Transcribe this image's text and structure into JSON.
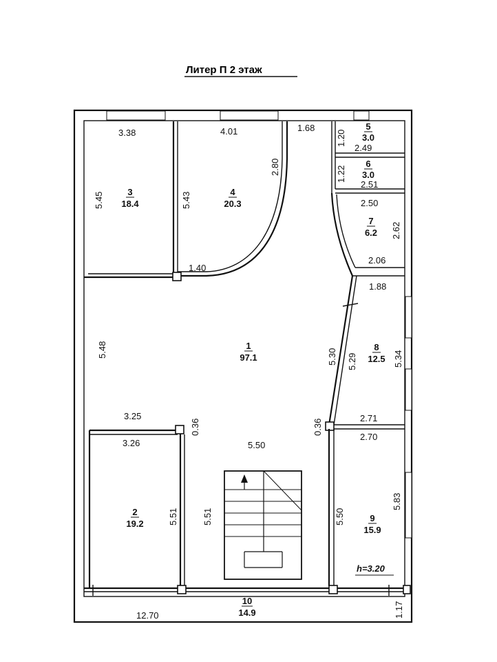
{
  "title": "Литер П  2 этаж",
  "height_note": "h=3.20",
  "rooms": [
    {
      "number": "1",
      "area": "97.1"
    },
    {
      "number": "2",
      "area": "19.2"
    },
    {
      "number": "3",
      "area": "18.4"
    },
    {
      "number": "4",
      "area": "20.3"
    },
    {
      "number": "5",
      "area": "3.0"
    },
    {
      "number": "6",
      "area": "3.0"
    },
    {
      "number": "7",
      "area": "6.2"
    },
    {
      "number": "8",
      "area": "12.5"
    },
    {
      "number": "9",
      "area": "15.9"
    },
    {
      "number": "10",
      "area": "14.9"
    }
  ],
  "dimensions": [
    "3.38",
    "4.01",
    "1.68",
    "1.20",
    "2.49",
    "1.22",
    "2.51",
    "2.80",
    "5.45",
    "5.43",
    "2.50",
    "2.62",
    "1.40",
    "2.06",
    "1.88",
    "5.48",
    "5.30",
    "5.29",
    "5.34",
    "3.25",
    "0.36",
    "0.36",
    "2.71",
    "2.70",
    "3.26",
    "5.50",
    "5.51",
    "5.51",
    "5.50",
    "5.83",
    "12.70",
    "1.17"
  ]
}
